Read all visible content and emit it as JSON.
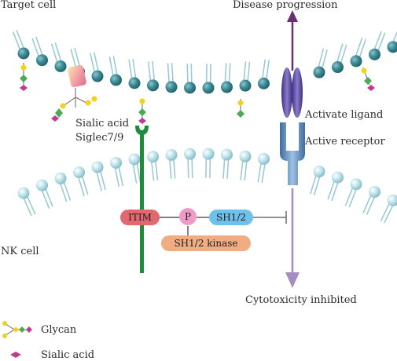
{
  "labels": {
    "target_cell": "Target cell",
    "disease_progression": "Disease progression",
    "sialic_acid": "Sialic acid",
    "siglec": "Siglec7/9",
    "activate_ligand": "Activate ligand",
    "active_receptor": "Active receptor",
    "nk_cell": "NK cell",
    "cytotoxicity": "Cytotoxicity inhibited"
  },
  "signaling": {
    "itim": "ITIM",
    "phospho": "P",
    "sh12": "SH1/2",
    "kinase": "SH1/2 kinase"
  },
  "legend": {
    "glycan": "Glycan",
    "sialic_acid": "Sialic acid"
  },
  "colors": {
    "membrane_head": "#2f7f8a",
    "nk_head": "#9ed0dc",
    "tail": "#9ccad6",
    "siglec_green": "#1e8c3a",
    "ligand_purple": "#5d4c9c",
    "receptor_blue": "#5b87b8",
    "itim_red": "#e26870",
    "p_pink": "#ee9bc7",
    "sh_blue": "#6fc0ea",
    "kinase_orange": "#f0ac82",
    "arrow_lavender": "#a68cc4",
    "glycan_yellow": "#f2d21b",
    "glycan_green": "#4caa54",
    "sialic_magenta": "#c23b93"
  }
}
